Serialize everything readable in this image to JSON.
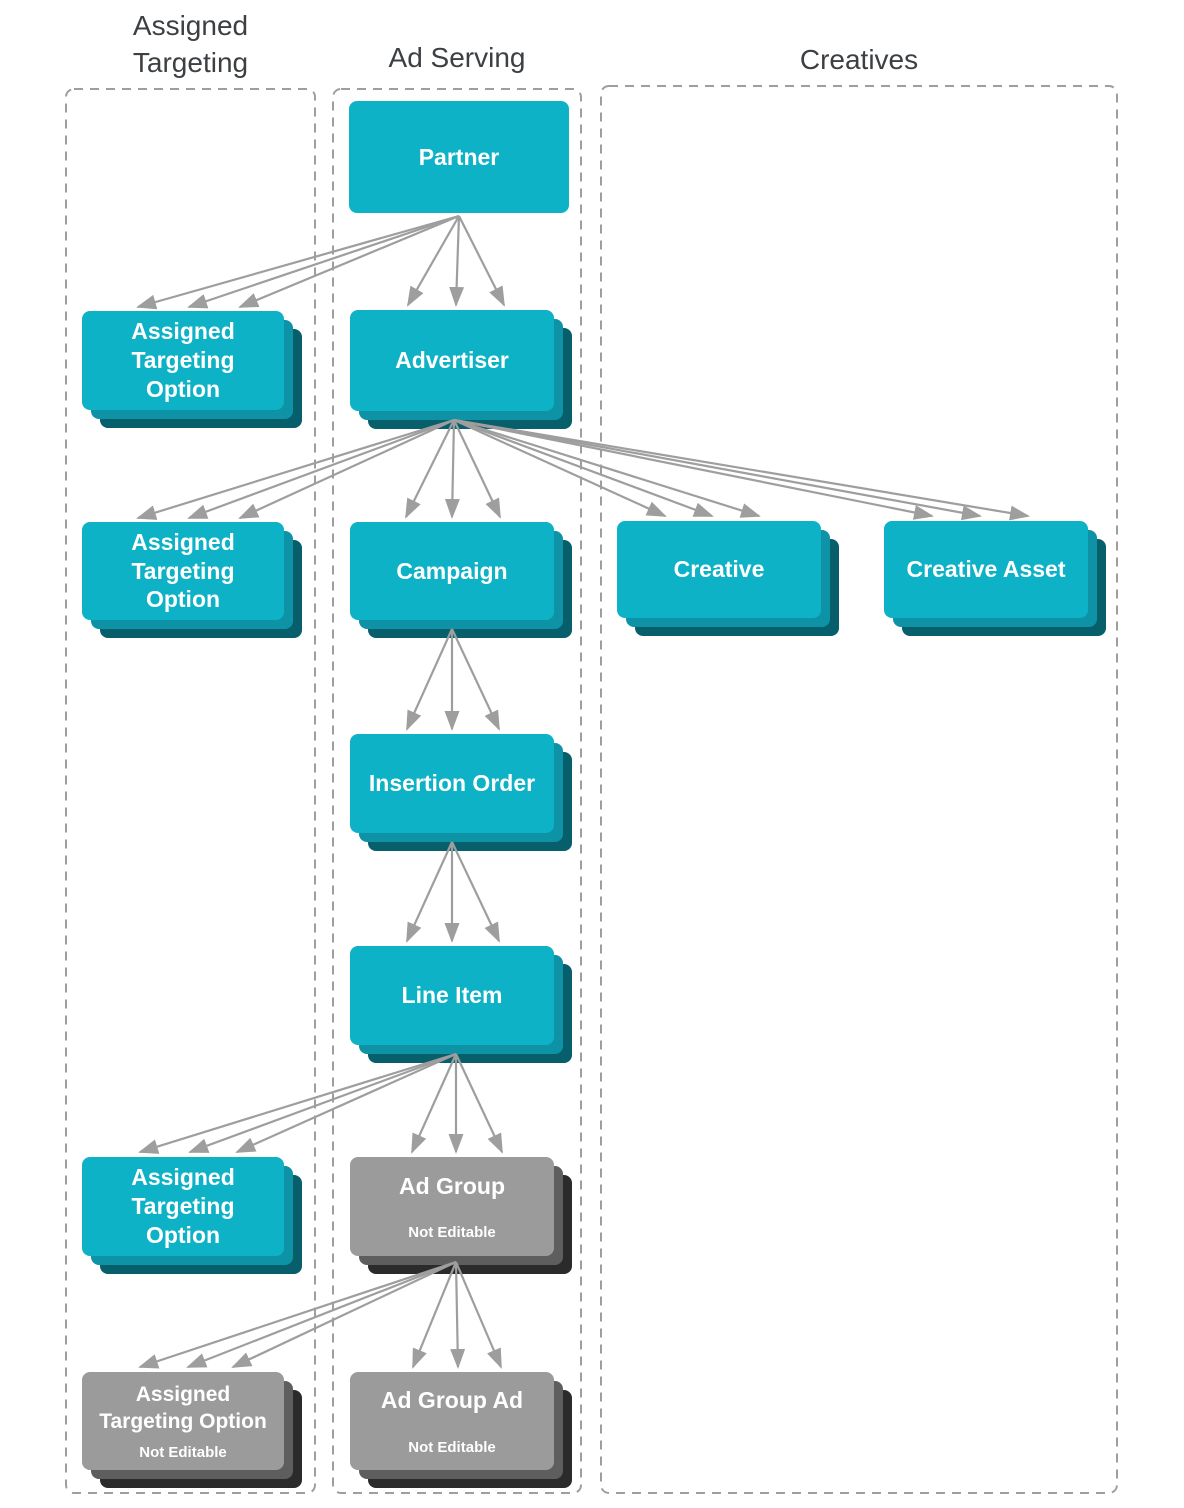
{
  "columns": [
    {
      "id": "assigned-targeting",
      "title": "Assigned\nTargeting"
    },
    {
      "id": "ad-serving",
      "title": "Ad Serving"
    },
    {
      "id": "creatives",
      "title": "Creatives"
    }
  ],
  "nodes": {
    "partner": {
      "label": "Partner",
      "editable": true
    },
    "advertiser": {
      "label": "Advertiser",
      "editable": true
    },
    "assigned_targeting_option_partner": {
      "label": "Assigned\nTargeting\nOption",
      "editable": true
    },
    "campaign": {
      "label": "Campaign",
      "editable": true
    },
    "assigned_targeting_option_advertiser": {
      "label": "Assigned\nTargeting\nOption",
      "editable": true
    },
    "creative": {
      "label": "Creative",
      "editable": true
    },
    "creative_asset": {
      "label": "Creative Asset",
      "editable": true
    },
    "insertion_order": {
      "label": "Insertion Order",
      "editable": true
    },
    "line_item": {
      "label": "Line Item",
      "editable": true
    },
    "assigned_targeting_option_line_item": {
      "label": "Assigned\nTargeting\nOption",
      "editable": true
    },
    "ad_group": {
      "label": "Ad Group",
      "note": "Not Editable",
      "editable": false
    },
    "assigned_targeting_option_ad_group": {
      "label": "Assigned\nTargeting Option",
      "note": "Not Editable",
      "editable": false
    },
    "ad_group_ad": {
      "label": "Ad Group Ad",
      "note": "Not Editable",
      "editable": false
    }
  },
  "edges": [
    {
      "from": "partner",
      "to": "advertiser"
    },
    {
      "from": "partner",
      "to": "assigned_targeting_option_partner"
    },
    {
      "from": "advertiser",
      "to": "campaign"
    },
    {
      "from": "advertiser",
      "to": "assigned_targeting_option_advertiser"
    },
    {
      "from": "advertiser",
      "to": "creative"
    },
    {
      "from": "advertiser",
      "to": "creative_asset"
    },
    {
      "from": "campaign",
      "to": "insertion_order"
    },
    {
      "from": "insertion_order",
      "to": "line_item"
    },
    {
      "from": "line_item",
      "to": "assigned_targeting_option_line_item"
    },
    {
      "from": "line_item",
      "to": "ad_group"
    },
    {
      "from": "ad_group",
      "to": "assigned_targeting_option_ad_group"
    },
    {
      "from": "ad_group",
      "to": "ad_group_ad"
    }
  ],
  "colors": {
    "teal": "#0EB2C7",
    "teal_mid": "#0E92A6",
    "teal_dark": "#085F6C",
    "gray": "#9B9B9B",
    "gray_mid": "#5E5E5E",
    "gray_dark": "#2B2B2B",
    "arrow": "#9E9E9E",
    "border": "#9E9E9E",
    "heading_text": "#3C4043",
    "label_text": "#FFFFFF"
  }
}
